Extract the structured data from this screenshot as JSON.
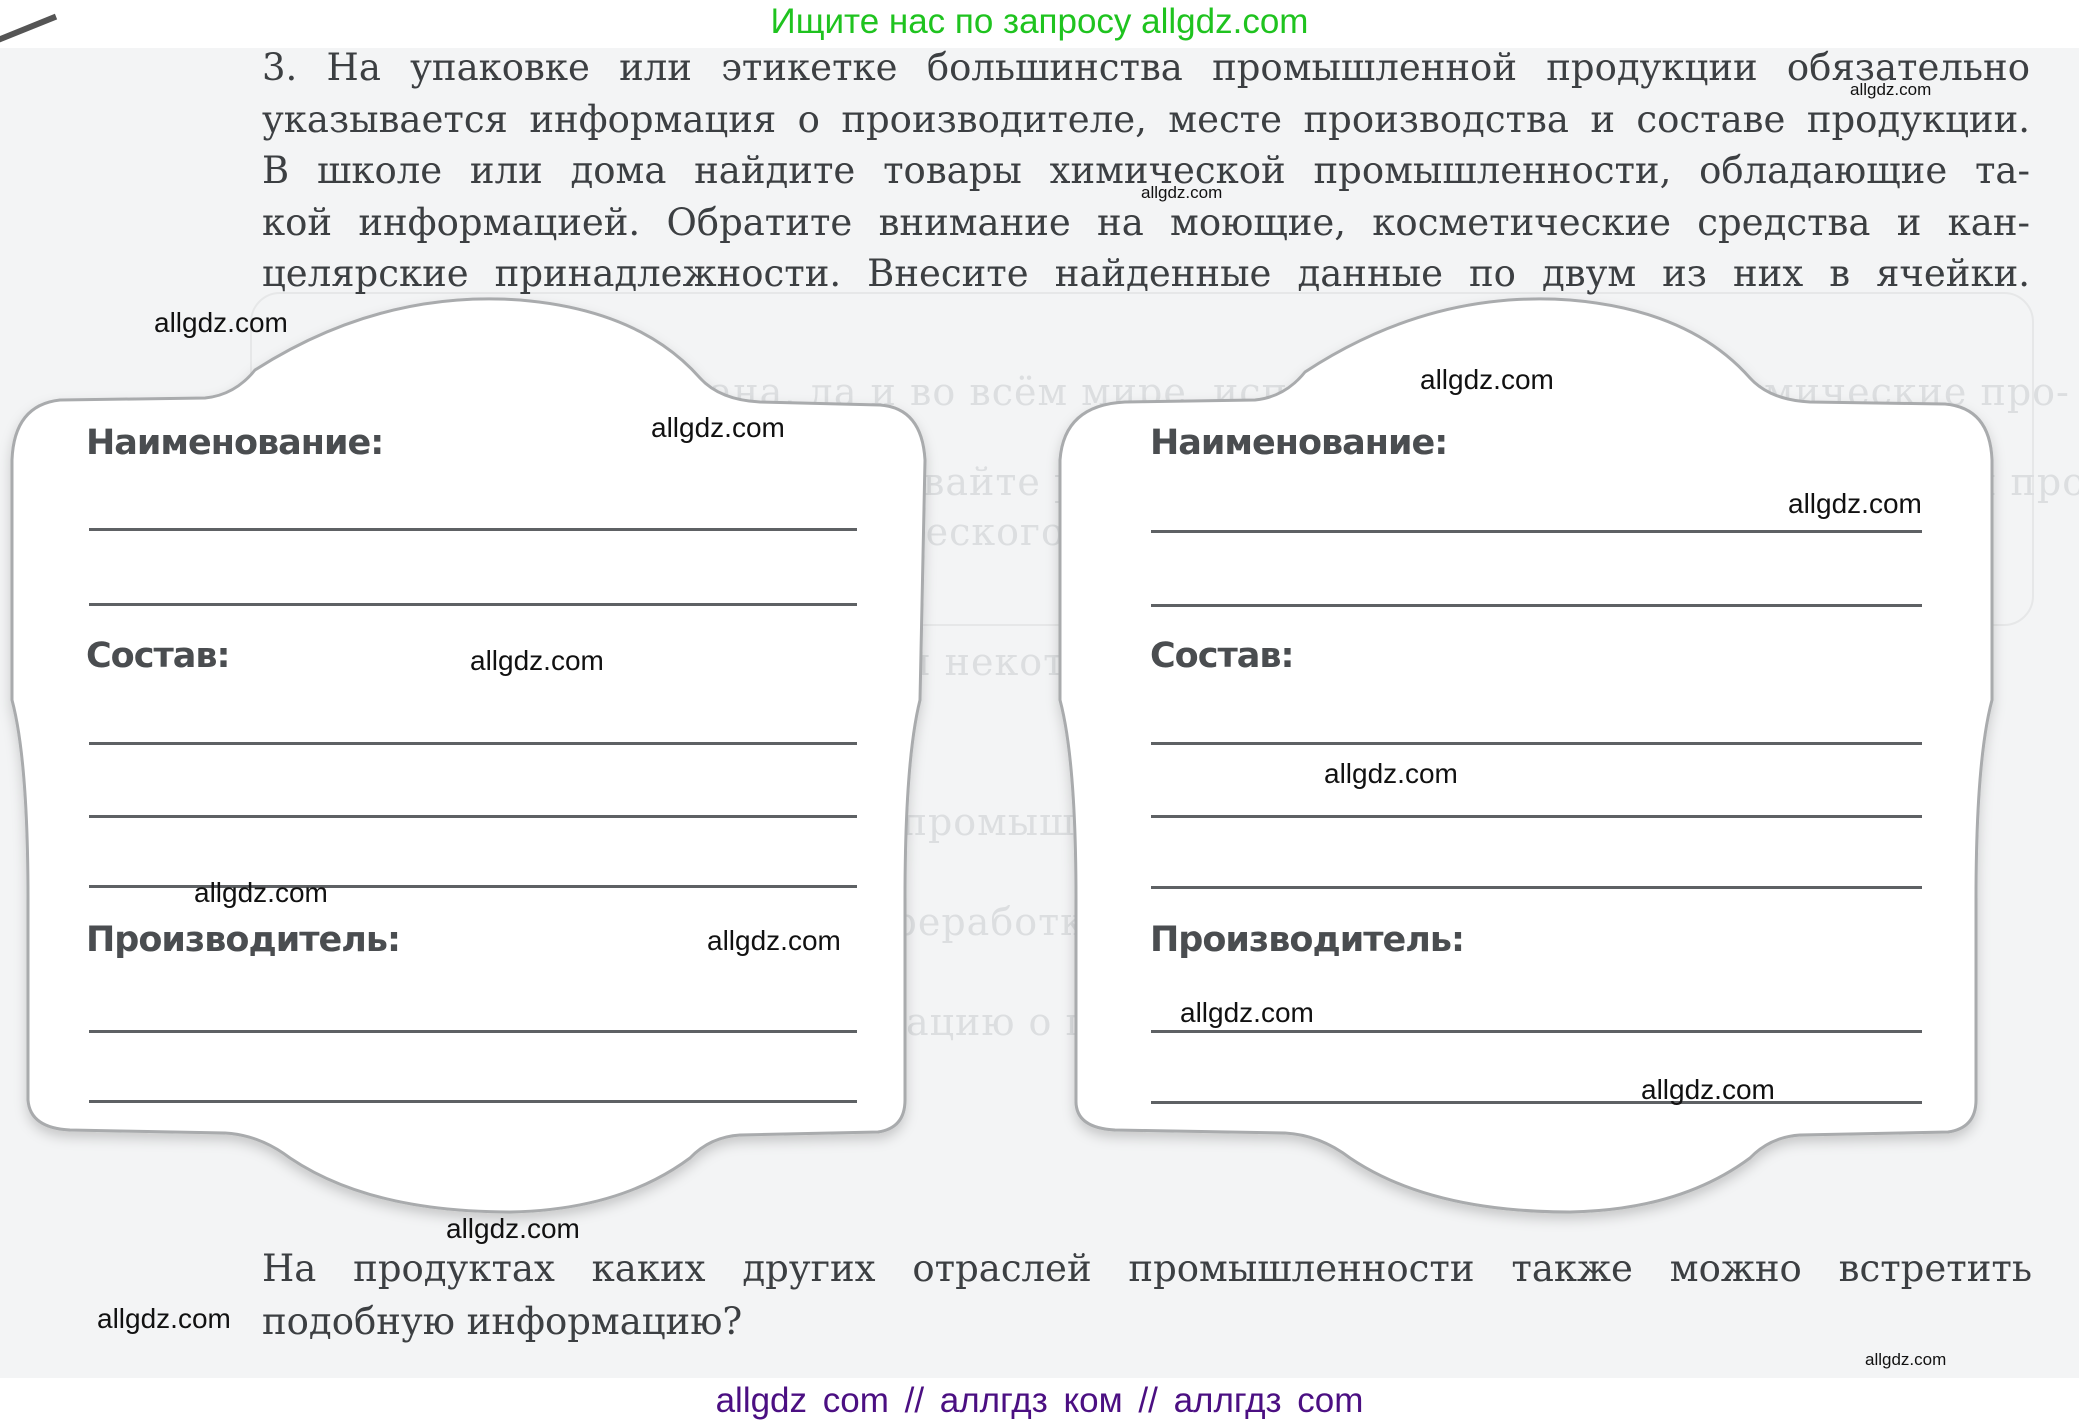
{
  "top_banner": "Ищите нас по запросу allgdz.com",
  "exercise": {
    "lines": [
      "3.  На упаковке или этикетке большинства промышленной продукции обязательно",
      "указывается информация о производителе, месте производства и составе продукции.",
      "В школе или дома найдите товары химической промышленности, обладающие та-",
      "кой информацией. Обратите внимание на моющие, косметические средства и кан-",
      "целярские принадлежности. Внесите найденные данные по двум из них в ячейки."
    ]
  },
  "cards": [
    {
      "name_label": "Наименование:",
      "name_lines": [
        "",
        ""
      ],
      "composition_label": "Состав:",
      "composition_lines": [
        "",
        "",
        ""
      ],
      "manufacturer_label": "Производитель:",
      "manufacturer_lines": [
        "",
        ""
      ]
    },
    {
      "name_label": "Наименование:",
      "name_lines": [
        "",
        ""
      ],
      "composition_label": "Состав:",
      "composition_lines": [
        "",
        "",
        ""
      ],
      "manufacturer_label": "Производитель:",
      "manufacturer_lines": [
        "",
        ""
      ]
    }
  ],
  "question": {
    "lines": [
      "На продуктах каких других отраслей промышленности также можно встретить",
      "подобную информацию?"
    ]
  },
  "watermarks": {
    "text": "allgdz.com"
  },
  "footer": "allgdz com  //  аллгдз ком  //  аллгдз com",
  "colors": {
    "banner": "#1fc31f",
    "footer": "#4b0f82",
    "text": "#3c3f42",
    "card_border": "#a9abad"
  }
}
